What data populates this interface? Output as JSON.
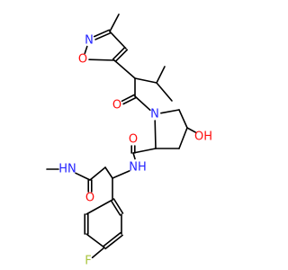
{
  "colors": {
    "bond": "#000000",
    "C": "#000000",
    "N": "#2323ff",
    "O": "#ff0d0d",
    "F": "#a8c43c"
  },
  "atoms": [
    {
      "id": "a1",
      "el": "C",
      "name": "ring-methyl-carbon"
    },
    {
      "id": "a2",
      "el": "C",
      "name": "isoxazole-c3"
    },
    {
      "id": "a3",
      "el": "N",
      "label": "N",
      "name": "isoxazole-nitrogen"
    },
    {
      "id": "a4",
      "el": "O",
      "label": "O",
      "name": "isoxazole-oxygen"
    },
    {
      "id": "a5",
      "el": "C",
      "name": "isoxazole-c5"
    },
    {
      "id": "a6",
      "el": "C",
      "name": "isoxazole-c4"
    },
    {
      "id": "a7",
      "el": "C",
      "name": "alpha-carbon"
    },
    {
      "id": "a8",
      "el": "C",
      "name": "isopropyl-ch"
    },
    {
      "id": "a9",
      "el": "C",
      "name": "isopropyl-methyl-1"
    },
    {
      "id": "a10",
      "el": "C",
      "name": "isopropyl-methyl-2"
    },
    {
      "id": "a11",
      "el": "C",
      "name": "acyl-carbon"
    },
    {
      "id": "a12",
      "el": "O",
      "label": "O",
      "name": "acyl-oxygen"
    },
    {
      "id": "a13",
      "el": "N",
      "label": "N",
      "name": "pyrrolidine-nitrogen"
    },
    {
      "id": "a14",
      "el": "C",
      "name": "pyrrolidine-c5"
    },
    {
      "id": "a15",
      "el": "C",
      "name": "pyrrolidine-c4"
    },
    {
      "id": "a16",
      "el": "O",
      "label": "OH",
      "name": "hydroxyl-oxygen"
    },
    {
      "id": "a17",
      "el": "C",
      "name": "pyrrolidine-c3"
    },
    {
      "id": "a18",
      "el": "C",
      "name": "pyrrolidine-c2"
    },
    {
      "id": "a19",
      "el": "C",
      "name": "carboxamide-carbon"
    },
    {
      "id": "a20",
      "el": "O",
      "label": "O",
      "name": "carboxamide-oxygen"
    },
    {
      "id": "a21",
      "el": "N",
      "label": "NH",
      "name": "amide-nitrogen"
    },
    {
      "id": "a22",
      "el": "C",
      "name": "benzylic-carbon"
    },
    {
      "id": "a23",
      "el": "C",
      "name": "methylene-carbon"
    },
    {
      "id": "a24",
      "el": "C",
      "name": "terminal-amide-carbon"
    },
    {
      "id": "a25",
      "el": "O",
      "label": "O",
      "name": "terminal-amide-oxygen"
    },
    {
      "id": "a26",
      "el": "N",
      "label": "HN",
      "name": "methylamide-nitrogen"
    },
    {
      "id": "a27",
      "el": "C",
      "name": "n-methyl-carbon"
    },
    {
      "id": "a28",
      "el": "C",
      "name": "phenyl-c1"
    },
    {
      "id": "a29",
      "el": "C",
      "name": "phenyl-c2"
    },
    {
      "id": "a30",
      "el": "C",
      "name": "phenyl-c3"
    },
    {
      "id": "a31",
      "el": "C",
      "name": "phenyl-c4"
    },
    {
      "id": "a32",
      "el": "F",
      "label": "F",
      "name": "fluorine"
    },
    {
      "id": "a33",
      "el": "C",
      "name": "phenyl-c5"
    },
    {
      "id": "a34",
      "el": "C",
      "name": "phenyl-c6"
    }
  ],
  "bonds": [
    {
      "a": "a1",
      "b": "a2",
      "order": 1
    },
    {
      "a": "a2",
      "b": "a3",
      "order": 2
    },
    {
      "a": "a3",
      "b": "a4",
      "order": 1
    },
    {
      "a": "a4",
      "b": "a5",
      "order": 1
    },
    {
      "a": "a5",
      "b": "a6",
      "order": 2
    },
    {
      "a": "a6",
      "b": "a2",
      "order": 1
    },
    {
      "a": "a5",
      "b": "a7",
      "order": 1
    },
    {
      "a": "a7",
      "b": "a8",
      "order": 1
    },
    {
      "a": "a8",
      "b": "a9",
      "order": 1
    },
    {
      "a": "a8",
      "b": "a10",
      "order": 1
    },
    {
      "a": "a7",
      "b": "a11",
      "order": 1
    },
    {
      "a": "a11",
      "b": "a12",
      "order": 2
    },
    {
      "a": "a11",
      "b": "a13",
      "order": 1
    },
    {
      "a": "a13",
      "b": "a14",
      "order": 1
    },
    {
      "a": "a14",
      "b": "a15",
      "order": 1
    },
    {
      "a": "a15",
      "b": "a16",
      "order": 1
    },
    {
      "a": "a15",
      "b": "a17",
      "order": 1
    },
    {
      "a": "a17",
      "b": "a18",
      "order": 1
    },
    {
      "a": "a18",
      "b": "a13",
      "order": 1
    },
    {
      "a": "a18",
      "b": "a19",
      "order": 1
    },
    {
      "a": "a19",
      "b": "a20",
      "order": 2
    },
    {
      "a": "a19",
      "b": "a21",
      "order": 1
    },
    {
      "a": "a21",
      "b": "a22",
      "order": 1
    },
    {
      "a": "a22",
      "b": "a23",
      "order": 1
    },
    {
      "a": "a23",
      "b": "a24",
      "order": 1
    },
    {
      "a": "a24",
      "b": "a25",
      "order": 2
    },
    {
      "a": "a24",
      "b": "a26",
      "order": 1
    },
    {
      "a": "a26",
      "b": "a27",
      "order": 1
    },
    {
      "a": "a22",
      "b": "a28",
      "order": 1
    },
    {
      "a": "a28",
      "b": "a29",
      "order": 2
    },
    {
      "a": "a29",
      "b": "a30",
      "order": 1
    },
    {
      "a": "a30",
      "b": "a31",
      "order": 2
    },
    {
      "a": "a31",
      "b": "a32",
      "order": 1
    },
    {
      "a": "a31",
      "b": "a33",
      "order": 1
    },
    {
      "a": "a33",
      "b": "a34",
      "order": 2
    },
    {
      "a": "a34",
      "b": "a28",
      "order": 1
    }
  ]
}
